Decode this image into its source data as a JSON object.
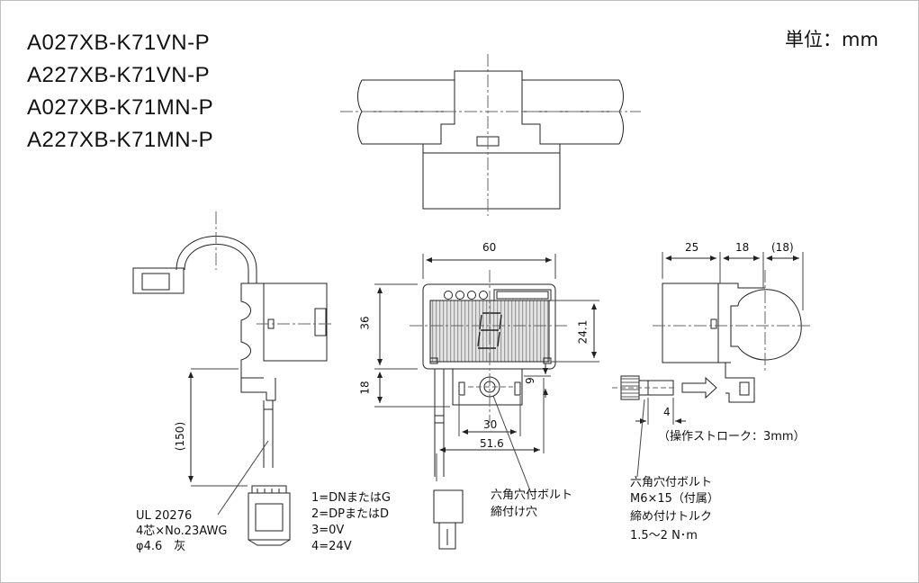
{
  "models": [
    "A027XB-K71VN-P",
    "A227XB-K71VN-P",
    "A027XB-K71MN-P",
    "A227XB-K71MN-P"
  ],
  "unit": "単位：mm",
  "dimensions": {
    "width_60": "60",
    "height_36": "36",
    "height_18": "18",
    "height_24_1": "24.1",
    "offset_9": "9",
    "bolt_30": "30",
    "bolt_51_6": "51.6",
    "cable_150": "(150)",
    "side_25": "25",
    "side_18": "18",
    "side_18_ref": "(18)",
    "stroke_4": "4"
  },
  "stroke_note": "（操作ストローク：3mm）",
  "cable_note": [
    "UL 20276",
    "4芯×No.23AWG",
    "φ4.6　灰"
  ],
  "pin_assignment": [
    "1=DNまたはG",
    "2=DPまたはD",
    "3=0V",
    "4=24V"
  ],
  "bolt_hole_note": [
    "六角穴付ボルト",
    "締付け穴"
  ],
  "bolt_note": [
    "六角穴付ボルト",
    "M6×15（付属）",
    "締め付けトルク",
    "1.5～2 N･m"
  ],
  "colors": {
    "line": "#222222",
    "centerline": "#555555",
    "display": "#cfcfcf"
  }
}
